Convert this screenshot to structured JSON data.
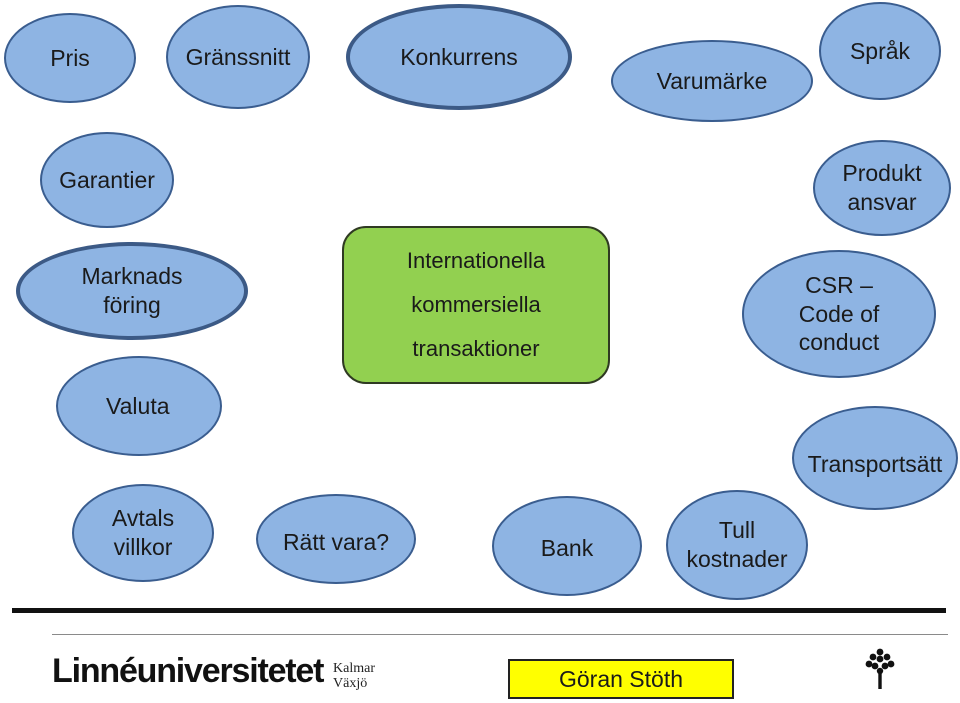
{
  "diagram": {
    "center_lines": [
      "Internationella",
      "kommersiella",
      "transaktioner"
    ],
    "nodes": {
      "pris": "Pris",
      "granssnitt": "Gränssnitt",
      "konkurrens": "Konkurrens",
      "varumarke": "Varumärke",
      "sprak": "Språk",
      "garantier": "Garantier",
      "produktansvar": "Produkt\nansvar",
      "marknadsforing": "Marknads\nföring",
      "csr": "CSR –\nCode of\nconduct",
      "valuta": "Valuta",
      "transportsatt": "Transportsätt",
      "avtalsvillkor": "Avtals\nvillkor",
      "ratt_vara": "Rätt vara?",
      "bank": "Bank",
      "tullkostnader": "Tull\nkostnader"
    }
  },
  "footer": {
    "logo_text": "Linnéuniversitetet",
    "logo_cities": [
      "Kalmar",
      "Växjö"
    ],
    "author": "Göran Stöth"
  },
  "colors": {
    "ellipse_fill": "#8eb4e3",
    "center_fill": "#92d050",
    "author_fill": "#ffff00"
  }
}
